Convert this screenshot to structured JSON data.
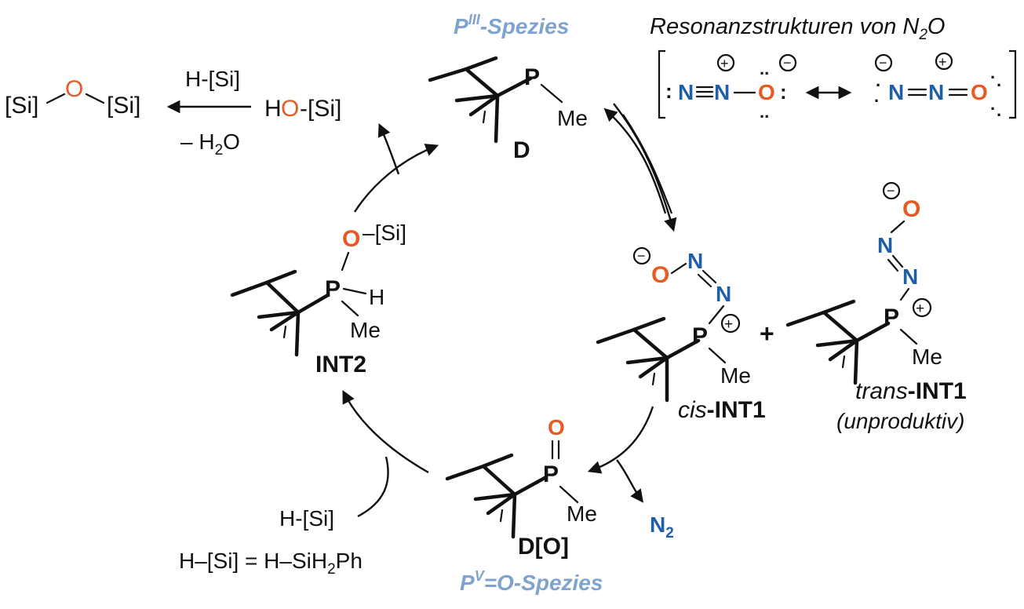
{
  "colors": {
    "oxygen": "#e65a24",
    "nitrogen": "#1f5fa8",
    "label_blue": "#7fa3cf",
    "black": "#111111"
  },
  "labels": {
    "p3_species_pre": "P",
    "p3_species_sup": "III",
    "p3_species_post": "-Spezies",
    "p5_species_pre": "P",
    "p5_species_sup": "V",
    "p5_species_post": "=O-Spezies",
    "resonance_title_pre": "Resonanzstrukturen von N",
    "resonance_title_sub": "2",
    "resonance_title_post": "O",
    "compound_D": "D",
    "compound_DO": "D[O]",
    "compound_INT2": "INT2",
    "cis_prefix": "cis",
    "cis_suffix": "-INT1",
    "trans_prefix": "trans",
    "trans_suffix": "-INT1",
    "unproductive": "(unproduktiv)",
    "plus": "+"
  },
  "atoms": {
    "P": "P",
    "O": "O",
    "N": "N",
    "H": "H",
    "Me": "Me",
    "Si": "[Si]",
    "O_Si": "–[Si]"
  },
  "charges": {
    "plus": "+",
    "minus": "−"
  },
  "top_left": {
    "siloxane_left": "[Si]",
    "siloxane_O": "O",
    "siloxane_right": "[Si]",
    "reagent": "H-[Si]",
    "byproduct_pre": "– H",
    "byproduct_sub": "2",
    "byproduct_post": "O",
    "silanol_H": "H",
    "silanol_O": "O",
    "silanol_Si": "-[Si]"
  },
  "bottom_left": {
    "reagent": "H-[Si]",
    "definition_pre": "H–[Si] = H–SiH",
    "definition_sub": "2",
    "definition_post": "Ph"
  },
  "n2_product": {
    "N": "N",
    "sub": "2"
  }
}
